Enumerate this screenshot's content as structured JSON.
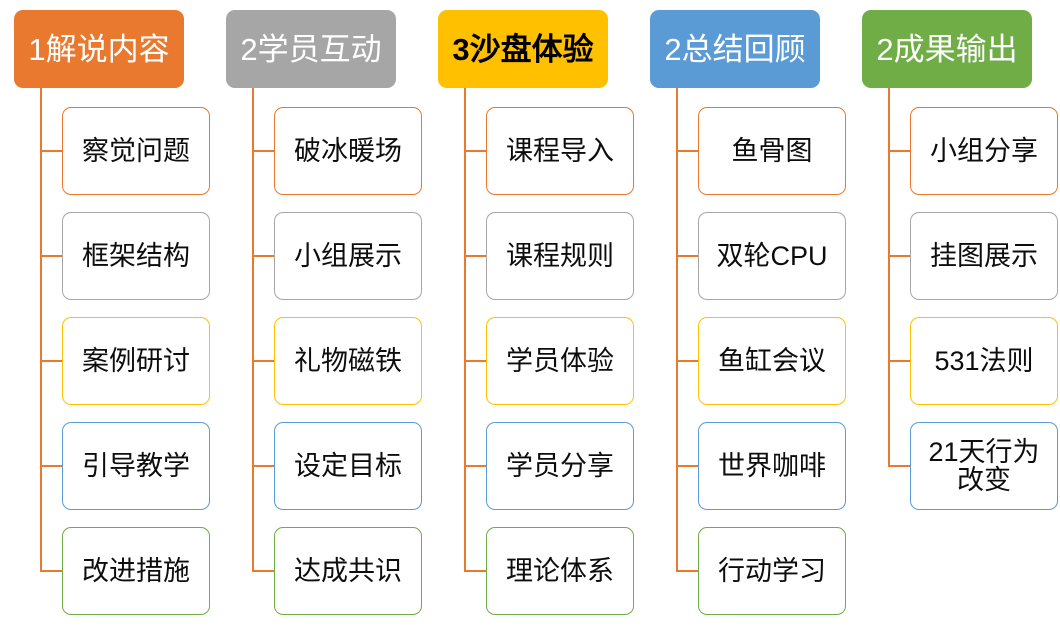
{
  "diagram": {
    "type": "tree-mindmap",
    "orientation": "horizontal-columns",
    "background": "#FFFFFF",
    "connector_color": "#E8792F",
    "palette": {
      "orange": "#E8792F",
      "gray": "#A6A6A6",
      "yellow": "#FFC000",
      "blue": "#5B9BD5",
      "green": "#70AD47",
      "neutral_border": "#BFBFBF",
      "text_dark": "#0D0D0D",
      "text_light": "#FFFFFF"
    },
    "columns": [
      {
        "header": {
          "label": "1解说内容",
          "fill": "#E8792F",
          "text_color": "#FFFFFF",
          "bold": false
        },
        "children": [
          {
            "label": "察觉问题",
            "border": "#E8792F"
          },
          {
            "label": "框架结构",
            "border": "#A6A6A6"
          },
          {
            "label": "案例研讨",
            "border": "#FFC000"
          },
          {
            "label": "引导教学",
            "border": "#5B9BD5"
          },
          {
            "label": "改进措施",
            "border": "#70AD47"
          }
        ]
      },
      {
        "header": {
          "label": "2学员互动",
          "fill": "#A6A6A6",
          "text_color": "#FFFFFF",
          "bold": false
        },
        "children": [
          {
            "label": "破冰暖场",
            "border": "#E8792F"
          },
          {
            "label": "小组展示",
            "border": "#A6A6A6"
          },
          {
            "label": "礼物磁铁",
            "border": "#FFC000"
          },
          {
            "label": "设定目标",
            "border": "#5B9BD5"
          },
          {
            "label": "达成共识",
            "border": "#70AD47"
          }
        ]
      },
      {
        "header": {
          "label": "3沙盘体验",
          "fill": "#FFC000",
          "text_color": "#000000",
          "bold": true
        },
        "children": [
          {
            "label": "课程导入",
            "border": "#E8792F"
          },
          {
            "label": "课程规则",
            "border": "#A6A6A6"
          },
          {
            "label": "学员体验",
            "border": "#FFC000"
          },
          {
            "label": "学员分享",
            "border": "#5B9BD5"
          },
          {
            "label": "理论体系",
            "border": "#70AD47"
          }
        ]
      },
      {
        "header": {
          "label": "2总结回顾",
          "fill": "#5B9BD5",
          "text_color": "#FFFFFF",
          "bold": false
        },
        "children": [
          {
            "label": "鱼骨图",
            "border": "#E8792F"
          },
          {
            "label": "双轮CPU",
            "border": "#A6A6A6"
          },
          {
            "label": "鱼缸会议",
            "border": "#FFC000"
          },
          {
            "label": "世界咖啡",
            "border": "#5B9BD5"
          },
          {
            "label": "行动学习",
            "border": "#70AD47"
          }
        ]
      },
      {
        "header": {
          "label": "2成果输出",
          "fill": "#70AD47",
          "text_color": "#FFFFFF",
          "bold": false
        },
        "children": [
          {
            "label": "小组分享",
            "border": "#E8792F"
          },
          {
            "label": "挂图展示",
            "border": "#A6A6A6"
          },
          {
            "label": "531法则",
            "border": "#FFC000"
          },
          {
            "label": "21天行为改变",
            "border": "#5B9BD5"
          }
        ]
      }
    ]
  }
}
